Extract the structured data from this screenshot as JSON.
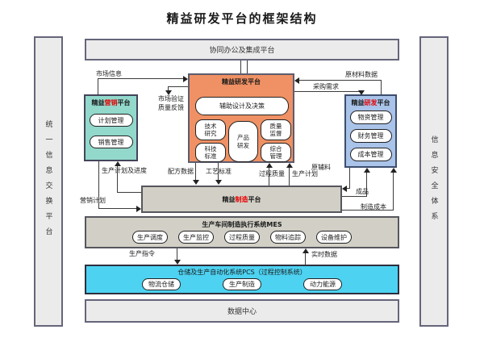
{
  "title": "精益研发平台的框架结构",
  "colors": {
    "highlight_red": "#e60000",
    "rnd_orange": "#ef9164",
    "marketing_teal": "#92d8cb",
    "management_blue": "#a9c3e9",
    "manufacturing_gray": "#d2d0c6",
    "pcs_cyan": "#4dd2f1",
    "frame_gray": "#ebebeb"
  },
  "top_bar": {
    "label": "协同办公及集成平台"
  },
  "left_bar": {
    "label": "统一信息交换平台"
  },
  "right_bar": {
    "label": "信息安全体系"
  },
  "bottom_bar": {
    "label": "数据中心"
  },
  "marketing": {
    "prefix": "精益",
    "highlight": "营销",
    "suffix": "平台",
    "items": [
      "计划管理",
      "销售管理"
    ]
  },
  "rnd": {
    "title": "精益研发平台",
    "decision": "辅助设计及决策",
    "tech": "技术研究",
    "standard": "科技标准",
    "product": "产品研发",
    "quality": "质量监督",
    "general": "综合管理"
  },
  "management": {
    "prefix": "精益",
    "highlight": "研发",
    "suffix": "平台",
    "items": [
      "物资管理",
      "财务管理",
      "成本管理"
    ]
  },
  "manufacturing": {
    "prefix": "精益",
    "highlight": "制造",
    "suffix": "平台"
  },
  "mes": {
    "title": "生产车间制造执行系统MES",
    "items": [
      "生产调度",
      "生产监控",
      "过程质量",
      "物料追踪",
      "设备维护"
    ]
  },
  "pcs": {
    "title": "仓储及生产自动化系统PCS（过程控制系统）",
    "items": [
      "物流仓储",
      "生产制造",
      "动力能源"
    ]
  },
  "flows": {
    "market_info": "市场信息",
    "market_validation": "市场验证",
    "quality_feedback": "质量反馈",
    "raw_material_data": "原材料数据",
    "purchase_demand": "采购需求",
    "production_plan_progress": "生产计划及进度",
    "marketing_plan": "营销计划",
    "formula_data": "配方数据",
    "process_standard": "工艺标准",
    "process_quality": "过程质量",
    "production_plan": "生产计划",
    "raw_aux_material": "原辅料",
    "finished_goods": "成品",
    "manufacturing_cost": "制造成本",
    "production_order": "生产指令",
    "realtime_data": "实时数据"
  }
}
